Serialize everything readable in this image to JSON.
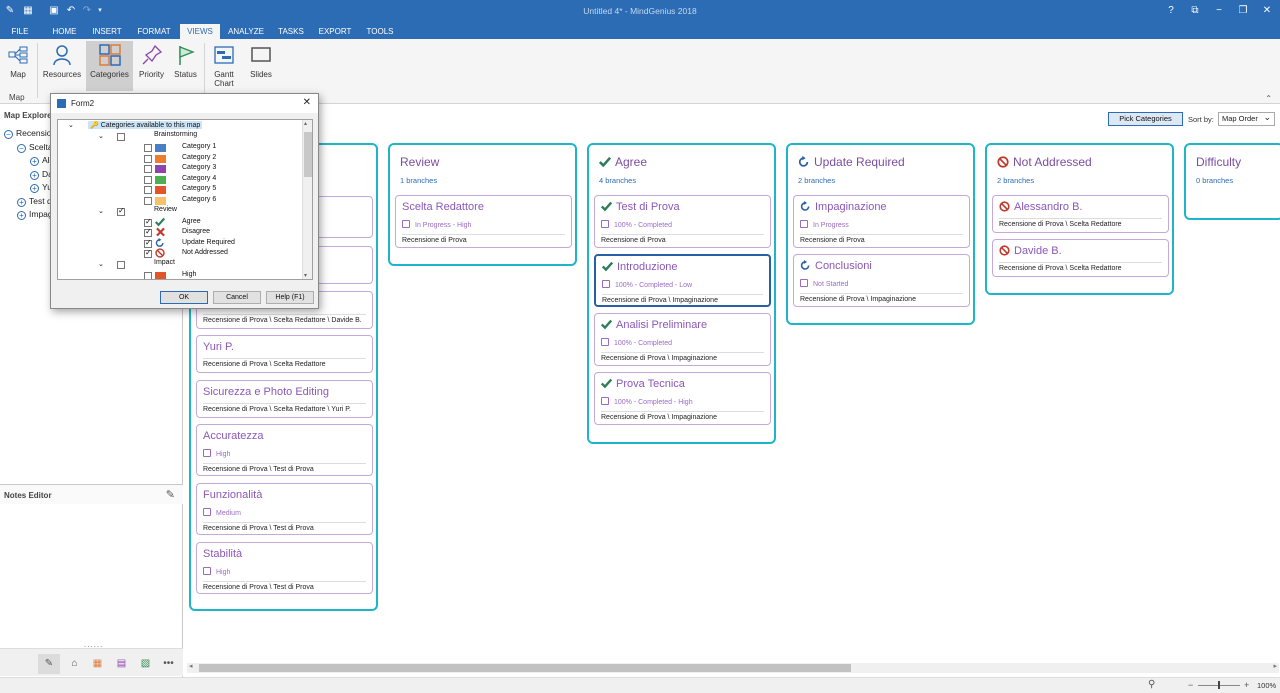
{
  "window": {
    "title": "Untitled 4* - MindGenius 2018"
  },
  "ribbon_tabs": [
    "FILE",
    "HOME",
    "INSERT",
    "FORMAT",
    "VIEWS",
    "ANALYZE",
    "TASKS",
    "EXPORT",
    "TOOLS"
  ],
  "ribbon": {
    "buttons": [
      "Map",
      "Resources",
      "Categories",
      "Priority",
      "Status",
      "Gantt Chart",
      "Slides"
    ],
    "group_label": "Map"
  },
  "left_panel": {
    "title": "Map Explorer",
    "tree": [
      {
        "label": "Recensio",
        "indent": 0,
        "exp": "−"
      },
      {
        "label": "Scelta",
        "indent": 1,
        "exp": "−"
      },
      {
        "label": "Ale",
        "indent": 2,
        "exp": "+"
      },
      {
        "label": "Da",
        "indent": 2,
        "exp": "+"
      },
      {
        "label": "Yu",
        "indent": 2,
        "exp": "+"
      },
      {
        "label": "Test d",
        "indent": 1,
        "exp": "+"
      },
      {
        "label": "Impag",
        "indent": 1,
        "exp": "+"
      }
    ],
    "notes_title": "Notes Editor"
  },
  "toolbar": {
    "pick_label": "Pick Categories",
    "sort_label": "Sort by:",
    "sort_value": "Map Order"
  },
  "columns": [
    {
      "title": "",
      "branches": "",
      "cards": [
        {
          "title": "",
          "meta": "",
          "path": ""
        },
        {
          "title": "",
          "meta": "",
          "path": ""
        },
        {
          "title": "",
          "meta": "",
          "path": "Recensione di Prova \\ Scelta Redattore \\ Davide B."
        },
        {
          "title": "Yuri P.",
          "meta": "",
          "path": "Recensione di Prova \\ Scelta Redattore"
        },
        {
          "title": "Sicurezza e Photo Editing",
          "meta": "",
          "path": "Recensione di Prova \\ Scelta Redattore \\ Yuri P."
        },
        {
          "title": "Accuratezza",
          "meta": "High",
          "path": "Recensione di Prova \\ Test di Prova"
        },
        {
          "title": "Funzionalità",
          "meta": "Medium",
          "path": "Recensione di Prova \\ Test di Prova"
        },
        {
          "title": "Stabilità",
          "meta": "High",
          "path": "Recensione di Prova \\ Test di Prova"
        }
      ]
    },
    {
      "title": "Review",
      "branches": "1 branches",
      "cards": [
        {
          "title": "Scelta Redattore",
          "meta": "In Progress - High",
          "path": "Recensione di Prova"
        }
      ]
    },
    {
      "title": "Agree",
      "branches": "4 branches",
      "cards": [
        {
          "title": "Test di Prova",
          "meta": "100% - Completed",
          "path": "Recensione di Prova"
        },
        {
          "title": "Introduzione",
          "meta": "100% - Completed - Low",
          "path": "Recensione di Prova \\ Impaginazione"
        },
        {
          "title": "Analisi Preliminare",
          "meta": "100% - Completed",
          "path": "Recensione di Prova \\ Impaginazione"
        },
        {
          "title": "Prova Tecnica",
          "meta": "100% - Completed - High",
          "path": "Recensione di Prova \\ Impaginazione"
        }
      ]
    },
    {
      "title": "Update Required",
      "branches": "2 branches",
      "cards": [
        {
          "title": "Impaginazione",
          "meta": "In Progress",
          "path": "Recensione di Prova"
        },
        {
          "title": "Conclusioni",
          "meta": "Not Started",
          "path": "Recensione di Prova \\ Impaginazione"
        }
      ]
    },
    {
      "title": "Not Addressed",
      "branches": "2 branches",
      "cards": [
        {
          "title": "Alessandro B.",
          "meta": "",
          "path": "Recensione di Prova \\ Scelta Redattore"
        },
        {
          "title": "Davide B.",
          "meta": "",
          "path": "Recensione di Prova \\ Scelta Redattore"
        }
      ]
    },
    {
      "title": "Difficulty",
      "branches": "0 branches",
      "cards": []
    }
  ],
  "dialog": {
    "title": "Form2",
    "root": "Categories available to this map",
    "groups": [
      {
        "name": "Brainstorming",
        "items": [
          {
            "label": "Category 1",
            "color": "#4a7fc1"
          },
          {
            "label": "Category 2",
            "color": "#f07c2a"
          },
          {
            "label": "Category 3",
            "color": "#8e44ad"
          },
          {
            "label": "Category 4",
            "color": "#4caf50"
          },
          {
            "label": "Category 5",
            "color": "#e0562a"
          },
          {
            "label": "Category 6",
            "color": "#f5c16b"
          }
        ]
      },
      {
        "name": "Review",
        "items": [
          {
            "label": "Agree"
          },
          {
            "label": "Disagree"
          },
          {
            "label": "Update Required"
          },
          {
            "label": "Not Addressed"
          }
        ]
      },
      {
        "name": "Impact",
        "items": [
          {
            "label": "High"
          }
        ]
      }
    ],
    "buttons": {
      "ok": "OK",
      "cancel": "Cancel",
      "help": "Help (F1)"
    }
  },
  "status": {
    "zoom": "100%"
  }
}
